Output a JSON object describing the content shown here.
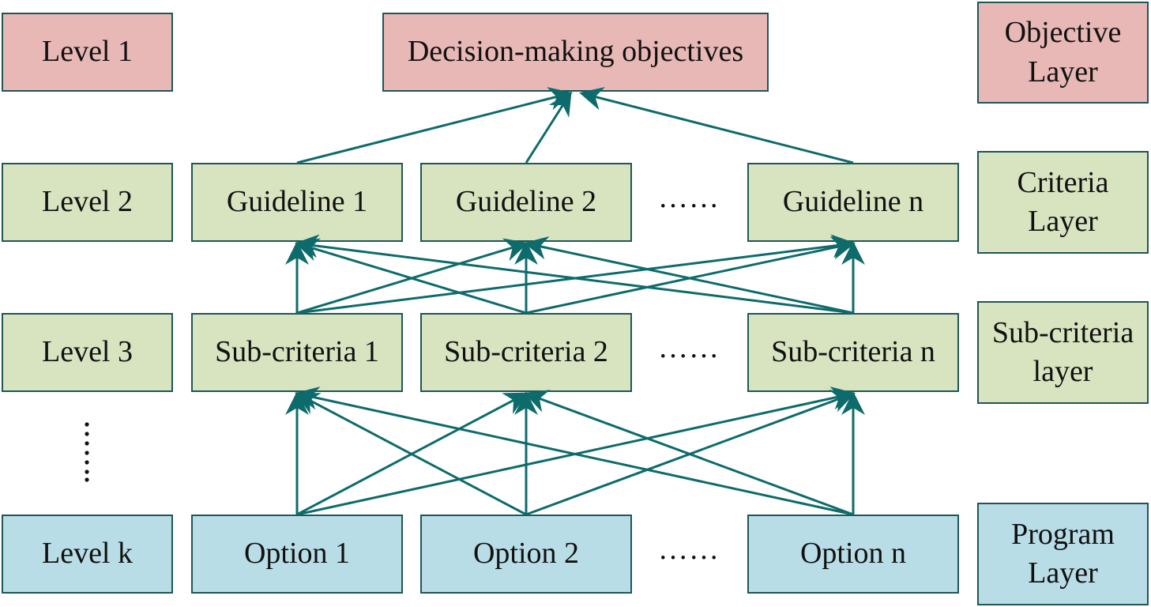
{
  "colors": {
    "objective_fill": "#e7b8b6",
    "criteria_fill": "#d8e4c0",
    "program_fill": "#b9dde7",
    "border": "#1f5656",
    "arrow": "#0e6b6b"
  },
  "levels": {
    "level1": "Level 1",
    "level2": "Level 2",
    "level3": "Level 3",
    "levelk": "Level k"
  },
  "objective": "Decision-making objectives",
  "guidelines": [
    "Guideline 1",
    "Guideline 2",
    "Guideline n"
  ],
  "subcriteria": [
    "Sub-criteria 1",
    "Sub-criteria 2",
    "Sub-criteria n"
  ],
  "options": [
    "Option 1",
    "Option 2",
    "Option n"
  ],
  "ellipsis": "……",
  "vertical_ellipsis": "⋮",
  "layers": {
    "objective": "Objective\nLayer",
    "criteria": "Criteria\nLayer",
    "subcriteria": "Sub-criteria\nlayer",
    "program": "Program\nLayer"
  }
}
